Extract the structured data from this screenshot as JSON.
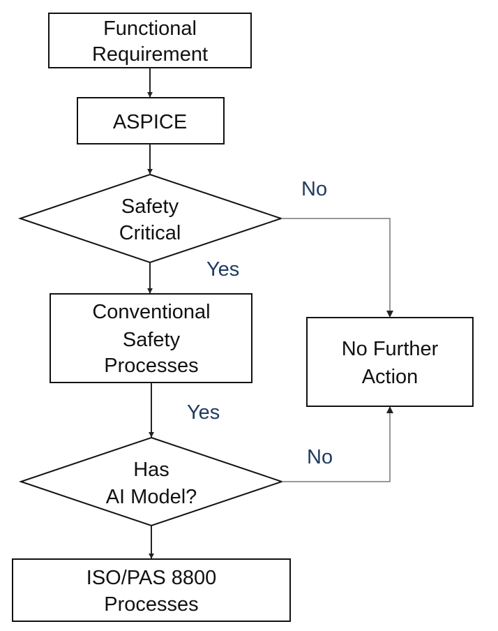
{
  "nodes": {
    "functional_requirement": [
      "Functional",
      "Requirement"
    ],
    "aspice": [
      "ASPICE"
    ],
    "safety_critical": [
      "Safety",
      "Critical"
    ],
    "conventional_safety": [
      "Conventional",
      "Safety",
      "Processes"
    ],
    "no_further_action": [
      "No Further",
      "Action"
    ],
    "has_ai_model": [
      "Has",
      "AI Model?"
    ],
    "iso_pas_8800": [
      "ISO/PAS 8800",
      "Processes"
    ]
  },
  "edge_labels": {
    "safety_no": "No",
    "safety_yes": "Yes",
    "conventional_yes": "Yes",
    "ai_no": "No"
  },
  "colors": {
    "stroke": "#111111",
    "edge_label": "#1f3a5f",
    "side_connector": "#777777"
  }
}
